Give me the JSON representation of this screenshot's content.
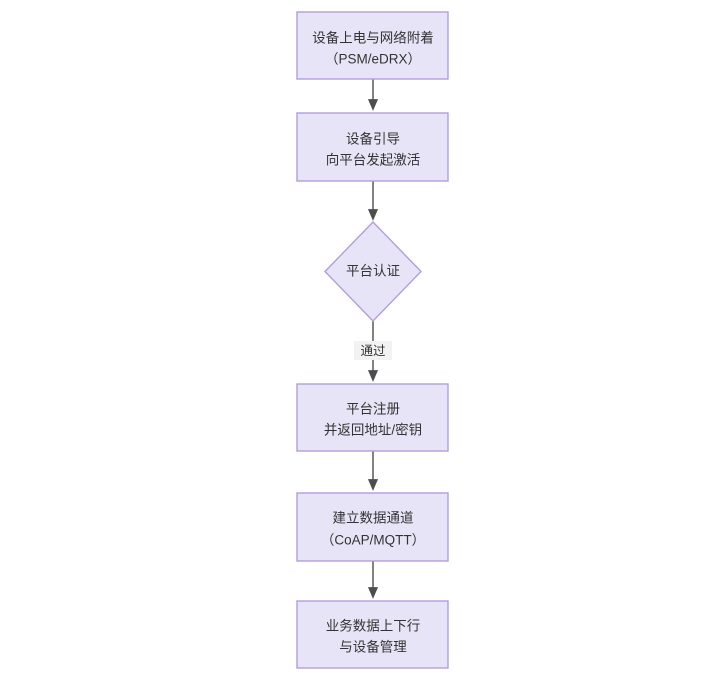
{
  "diagram": {
    "type": "flowchart",
    "orientation": "top-to-bottom",
    "background_color": "#ffffff",
    "node_fill_color": "#e8e4f8",
    "node_border_color": "#b39ddb",
    "text_color": "#333333",
    "edge_color": "#4d4d4d",
    "nodes": [
      {
        "id": "n1",
        "shape": "rectangle",
        "line1": "设备上电与网络附着",
        "line2": "（PSM/eDRX）"
      },
      {
        "id": "n2",
        "shape": "rectangle",
        "line1": "设备引导",
        "line2": "向平台发起激活"
      },
      {
        "id": "n3",
        "shape": "diamond",
        "line1": "平台认证",
        "line2": ""
      },
      {
        "id": "n4",
        "shape": "rectangle",
        "line1": "平台注册",
        "line2": "并返回地址/密钥"
      },
      {
        "id": "n5",
        "shape": "rectangle",
        "line1": "建立数据通道",
        "line2": "（CoAP/MQTT）"
      },
      {
        "id": "n6",
        "shape": "rectangle",
        "line1": "业务数据上下行",
        "line2": "与设备管理"
      }
    ],
    "edges": [
      {
        "from": "n1",
        "to": "n2",
        "label": ""
      },
      {
        "from": "n2",
        "to": "n3",
        "label": ""
      },
      {
        "from": "n3",
        "to": "n4",
        "label": "通过"
      },
      {
        "from": "n4",
        "to": "n5",
        "label": ""
      },
      {
        "from": "n5",
        "to": "n6",
        "label": ""
      }
    ]
  }
}
